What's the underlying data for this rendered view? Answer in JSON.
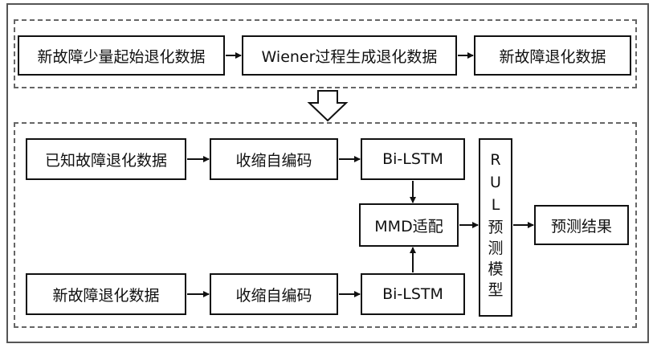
{
  "top_row": {
    "new_fault_initial_data": "新故障少量起始退化数据",
    "wiener_process": "Wiener过程生成退化数据",
    "new_fault_data": "新故障退化数据"
  },
  "bottom": {
    "known_fault_data": "已知故障退化数据",
    "autoencoder_top": "收缩自编码",
    "bilstm_top": "Bi-LSTM",
    "mmd_adapt": "MMD适配",
    "rul_model_chars": [
      "R",
      "U",
      "L",
      "预",
      "测",
      "模",
      "型"
    ],
    "prediction_result": "预测结果",
    "new_fault_data_bottom": "新故障退化数据",
    "autoencoder_bottom": "收缩自编码",
    "bilstm_bottom": "Bi-LSTM"
  }
}
